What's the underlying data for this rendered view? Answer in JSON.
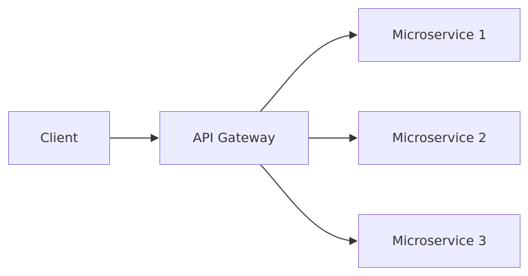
{
  "diagram": {
    "nodes": [
      {
        "id": "client",
        "label": "Client"
      },
      {
        "id": "gateway",
        "label": "API Gateway"
      },
      {
        "id": "ms1",
        "label": "Microservice 1"
      },
      {
        "id": "ms2",
        "label": "Microservice 2"
      },
      {
        "id": "ms3",
        "label": "Microservice 3"
      }
    ],
    "edges": [
      {
        "from": "client",
        "to": "gateway"
      },
      {
        "from": "gateway",
        "to": "ms1"
      },
      {
        "from": "gateway",
        "to": "ms2"
      },
      {
        "from": "gateway",
        "to": "ms3"
      }
    ],
    "colors": {
      "node_fill": "#ECECFF",
      "node_border": "#9370DB",
      "text": "#333333",
      "edge": "#333333"
    }
  }
}
